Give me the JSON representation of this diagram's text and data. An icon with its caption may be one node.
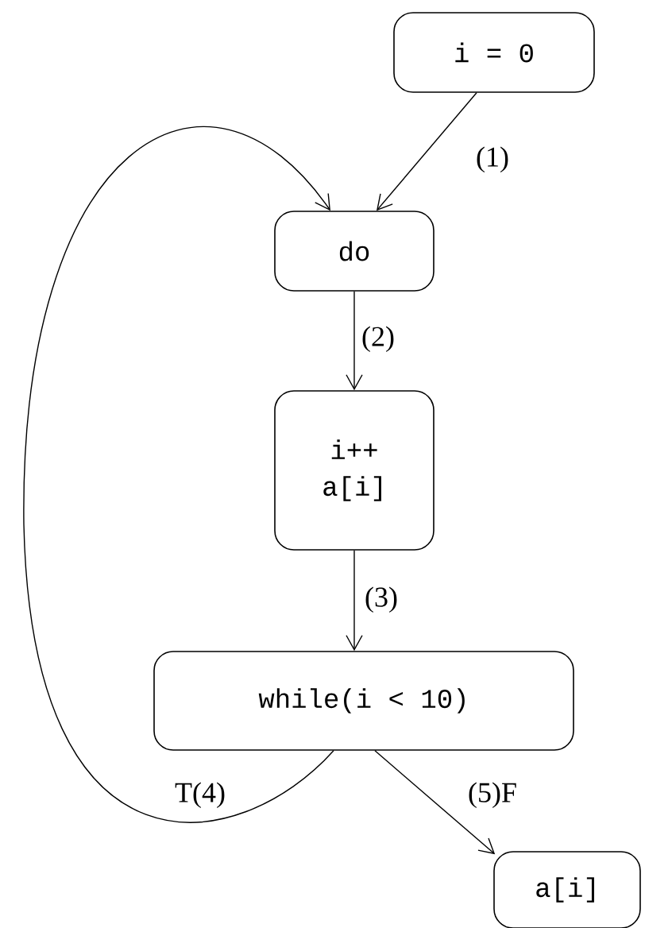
{
  "diagram": {
    "nodes": [
      {
        "text": [
          "i = 0"
        ]
      },
      {
        "text": [
          "do"
        ]
      },
      {
        "text": [
          "i++",
          "a[i]"
        ]
      },
      {
        "text": [
          "while(i < 10)"
        ]
      },
      {
        "text": [
          "a[i]"
        ]
      }
    ],
    "edges": [
      {
        "from": 0,
        "to": 1,
        "arrow": "to",
        "label": "(1)"
      },
      {
        "from": 1,
        "to": 2,
        "arrow": "to",
        "label": "(2)"
      },
      {
        "from": 2,
        "to": 3,
        "arrow": "to",
        "label": "(3)"
      },
      {
        "from": 3,
        "to": 1,
        "arrow": "to",
        "label": "T(4)"
      },
      {
        "from": 3,
        "to": 4,
        "arrow": "to",
        "label": "(5)F"
      }
    ]
  }
}
